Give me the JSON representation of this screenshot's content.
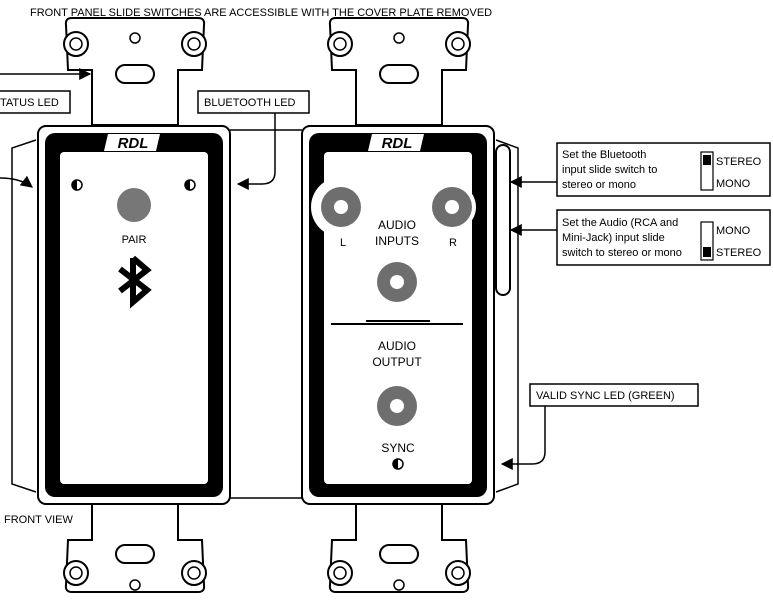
{
  "header": {
    "text": "FRONT PANEL SLIDE SWITCHES ARE ACCESSIBLE WITH THE COVER PLATE REMOVED"
  },
  "labels": {
    "status_led": "TATUS LED",
    "bluetooth_led": "BLUETOOTH LED",
    "front_view": "FRONT VIEW",
    "valid_sync_led": "VALID SYNC LED (GREEN)"
  },
  "left_panel": {
    "brand": "RDL",
    "pair_label": "PAIR",
    "icons": [
      "led-indicator-icon",
      "led-indicator-icon",
      "pair-button-icon",
      "bluetooth-icon"
    ]
  },
  "right_panel": {
    "brand": "RDL",
    "audio_inputs_line1": "AUDIO",
    "audio_inputs_line2": "INPUTS",
    "left_channel": "L",
    "right_channel": "R",
    "audio_output_line1": "AUDIO",
    "audio_output_line2": "OUTPUT",
    "sync_label": "SYNC",
    "icons": [
      "rca-jack-icon",
      "mini-jack-icon",
      "sync-led-icon"
    ]
  },
  "callout_bluetooth_switch": {
    "line1": "Set the Bluetooth",
    "line2": "input slide switch to",
    "line3": "stereo or mono",
    "option_top": "STEREO",
    "option_bottom": "MONO",
    "selected": "STEREO"
  },
  "callout_audio_switch": {
    "line1": "Set the Audio (RCA and",
    "line2": "Mini-Jack) input slide",
    "line3": "switch to stereo or mono",
    "option_top": "MONO",
    "option_bottom": "STEREO",
    "selected": "STEREO"
  }
}
